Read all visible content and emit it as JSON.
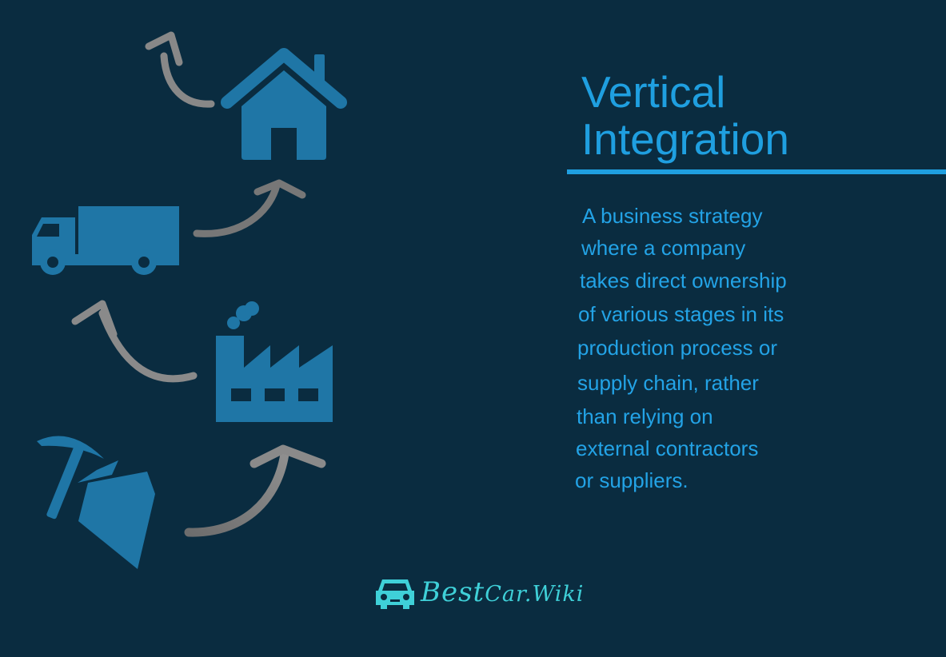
{
  "title": {
    "line1": "Vertical",
    "line2": "Integration"
  },
  "description": {
    "lines": [
      "A business strategy",
      "where a company",
      "takes direct ownership",
      "of various stages in its",
      "production process or",
      "supply chain, rather",
      "than relying on",
      "external contractors",
      "or suppliers."
    ]
  },
  "logo": {
    "word1": "Best",
    "word2": "Car",
    "dot": ".",
    "word3": "Wiki"
  },
  "colors": {
    "background": "#0a2c40",
    "accent": "#1f9fe0",
    "icon": "#1f76a6",
    "arrow": "#8a8a8a",
    "logo": "#3fd0d8"
  },
  "icons": [
    "house-icon",
    "truck-icon",
    "factory-icon",
    "mining-icon",
    "arrow-icon",
    "car-icon"
  ]
}
